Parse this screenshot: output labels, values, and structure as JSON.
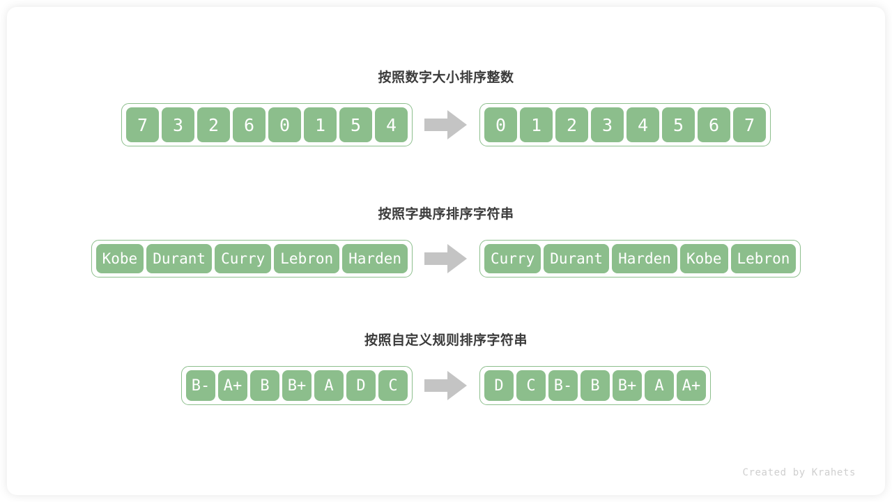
{
  "card": {
    "background_color": "#ffffff",
    "accent_color": "#8cbe8c",
    "arrow_color": "#c4c4c4",
    "title_color": "#3b3b3b",
    "credit_color": "#cfcfcf"
  },
  "rows": [
    {
      "title": "按照数字大小排序整数",
      "kind": "num",
      "input": [
        "7",
        "3",
        "2",
        "6",
        "0",
        "1",
        "5",
        "4"
      ],
      "output": [
        "0",
        "1",
        "2",
        "3",
        "4",
        "5",
        "6",
        "7"
      ]
    },
    {
      "title": "按照字典序排序字符串",
      "kind": "str",
      "input": [
        "Kobe",
        "Durant",
        "Curry",
        "Lebron",
        "Harden"
      ],
      "output": [
        "Curry",
        "Durant",
        "Harden",
        "Kobe",
        "Lebron"
      ]
    },
    {
      "title": "按照自定义规则排序字符串",
      "kind": "grade",
      "input": [
        "B-",
        "A+",
        "B",
        "B+",
        "A",
        "D",
        "C"
      ],
      "output": [
        "D",
        "C",
        "B-",
        "B",
        "B+",
        "A",
        "A+"
      ]
    }
  ],
  "arrow_icon": "right-arrow-icon",
  "credit": "Created by Krahets"
}
